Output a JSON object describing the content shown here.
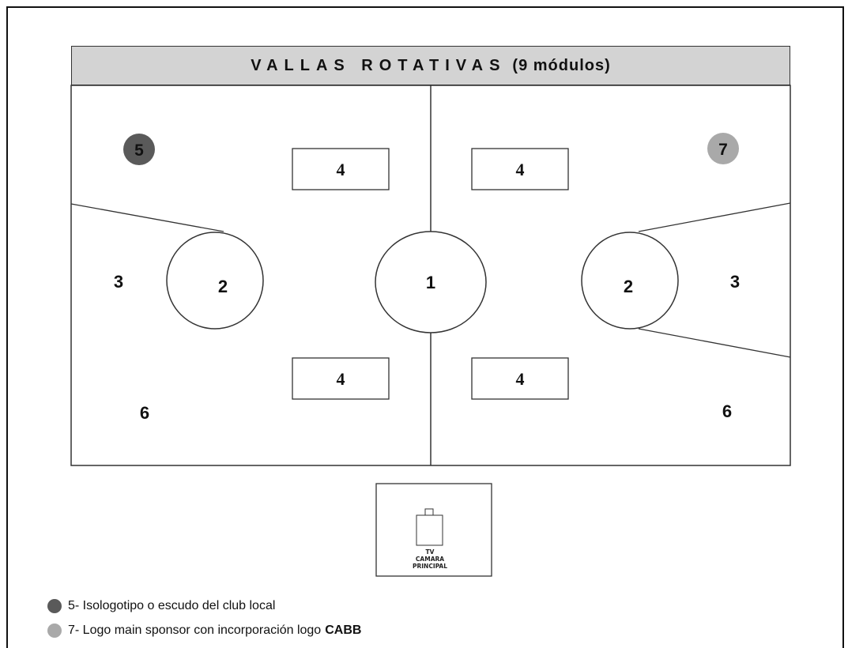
{
  "banner": {
    "title_spaced": "VALLAS ROTATIVAS",
    "title_paren": "(9 módulos)"
  },
  "court": {
    "center_circle_label": "1",
    "left_key_circle_label": "2",
    "right_key_circle_label": "2",
    "left_zone_3": "3",
    "right_zone_3": "3",
    "box_top_left": "4",
    "box_top_right": "4",
    "box_bottom_left": "4",
    "box_bottom_right": "4",
    "left_zone_6": "6",
    "right_zone_6": "6",
    "dot_home": "5",
    "dot_sponsor": "7"
  },
  "camera": {
    "line1": "TV",
    "line2": "CAMARA",
    "line3": "PRINCIPAL"
  },
  "legend": [
    {
      "text": "5- Isologotipo o escudo del club local",
      "bold": "",
      "color": "#5a5a5a"
    },
    {
      "text": "7- Logo main sponsor con incorporación logo",
      "bold": "CABB",
      "color": "#a9a9a9"
    }
  ],
  "colors": {
    "dot_home": "#5a5a5a",
    "dot_sponsor": "#a9a9a9",
    "banner_bg": "#d3d3d3"
  }
}
